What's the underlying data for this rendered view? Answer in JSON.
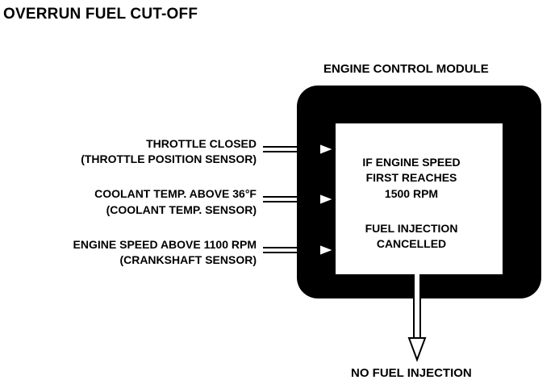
{
  "title": "OVERRUN FUEL CUT-OFF",
  "module_label": "ENGINE CONTROL MODULE",
  "inputs": [
    {
      "line1": "THROTTLE CLOSED",
      "line2": "(THROTTLE POSITION SENSOR)"
    },
    {
      "line1": "COOLANT TEMP. ABOVE 36°F",
      "line2": "(COOLANT TEMP. SENSOR)"
    },
    {
      "line1": "ENGINE SPEED ABOVE 1100 RPM",
      "line2": "(CRANKSHAFT SENSOR)"
    }
  ],
  "condition": {
    "line1": "IF ENGINE SPEED",
    "line2": "FIRST REACHES",
    "line3": "1500 RPM",
    "line4": "FUEL INJECTION",
    "line5": "CANCELLED"
  },
  "output_label": "NO FUEL INJECTION",
  "colors": {
    "module_frame": "#000000",
    "background": "#ffffff"
  }
}
